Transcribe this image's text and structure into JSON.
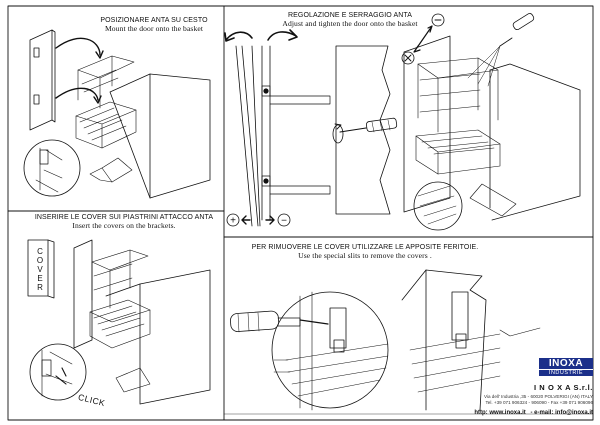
{
  "panels": {
    "mount": {
      "title_it": "POSIZIONARE ANTA SU CESTO",
      "title_en": "Mount the door onto the basket"
    },
    "adjust": {
      "title_it": "REGOLAZIONE E SERRAGGIO ANTA",
      "title_en": "Adjust and tighten the door onto the basket"
    },
    "covers": {
      "title_it": "INSERIRE LE COVER SUI PIASTRINI ATTACCO ANTA",
      "title_en": "Insert the covers on the brackets.",
      "cover_label": "COVER",
      "click_label": "CLICK"
    },
    "remove": {
      "title_it": "PER RIMUOVERE LE COVER UTILIZZARE LE APPOSITE FERITOIE.",
      "title_en": "Use the special slits to remove the covers ."
    }
  },
  "symbols": {
    "plus": "+",
    "minus": "−"
  },
  "brand": {
    "logo_word": "INOXA",
    "logo_sub": "INDUSTRIE",
    "company": "I N O X A  S.r.l.",
    "address": "Via dell' Industria ,35 - 60020 POLVERIGI (AN) ITALY",
    "phone": "Tel. +39 071 906324 - 906090 - Fax +39 071 906096",
    "web_label": "http: www.inoxa.it",
    "email_label": "-  e-mail: info@inoxa.it"
  },
  "colors": {
    "ink": "#111111",
    "brand_blue": "#1b2f8a"
  },
  "icons": [
    "arrow-icon",
    "screwdriver-icon",
    "rotation-icon",
    "plus-icon",
    "minus-icon",
    "magnifier-circle-icon"
  ]
}
